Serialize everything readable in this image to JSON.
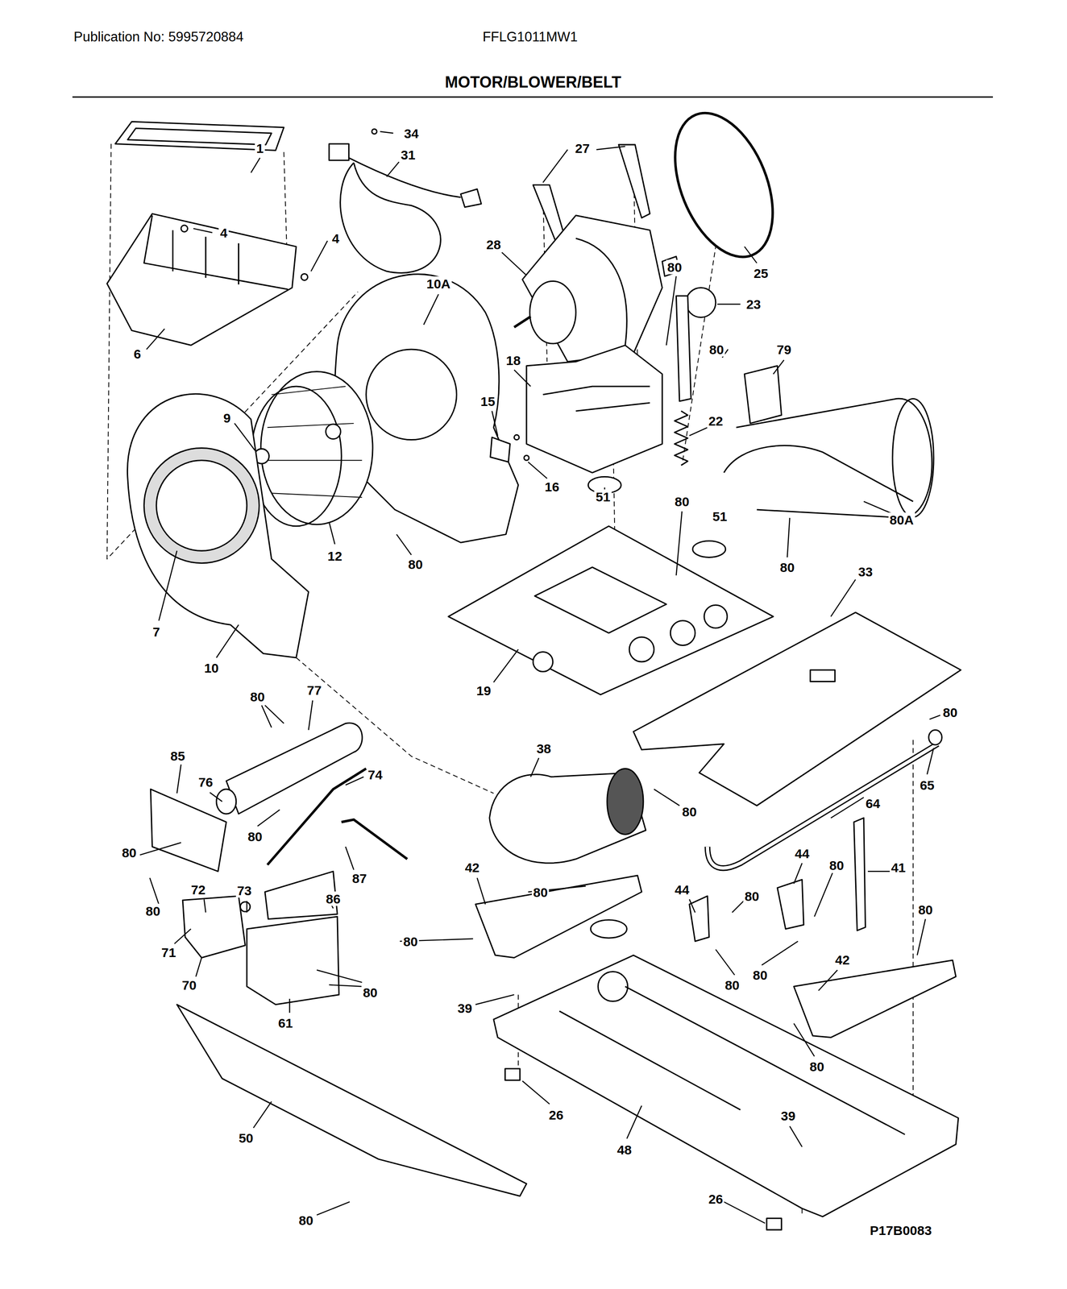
{
  "diagram": {
    "title": "MOTOR/BLOWER/BELT",
    "labels": [
      "Publication No: 5995720884",
      "FFLG1011MW1",
      "1",
      "34",
      "31",
      "27",
      "4",
      "4",
      "28",
      "25",
      "10A",
      "80",
      "23",
      "80",
      "79",
      "6",
      "18",
      "15",
      "9",
      "22",
      "16",
      "51",
      "80",
      "51",
      "80A",
      "12",
      "80",
      "80",
      "33",
      "7",
      "10",
      "19",
      "80",
      "77",
      "80",
      "85",
      "38",
      "74",
      "76",
      "65",
      "80",
      "64",
      "87",
      "80",
      "42",
      "44",
      "80",
      "41",
      "80",
      "72",
      "73",
      "44",
      "80",
      "80",
      "80",
      "80",
      "86",
      "80",
      "42",
      "71",
      "70",
      "80",
      "80",
      "80",
      "39",
      "61",
      "80",
      "26",
      "48",
      "39",
      "50",
      "26",
      "80",
      "P17B0083"
    ]
  }
}
